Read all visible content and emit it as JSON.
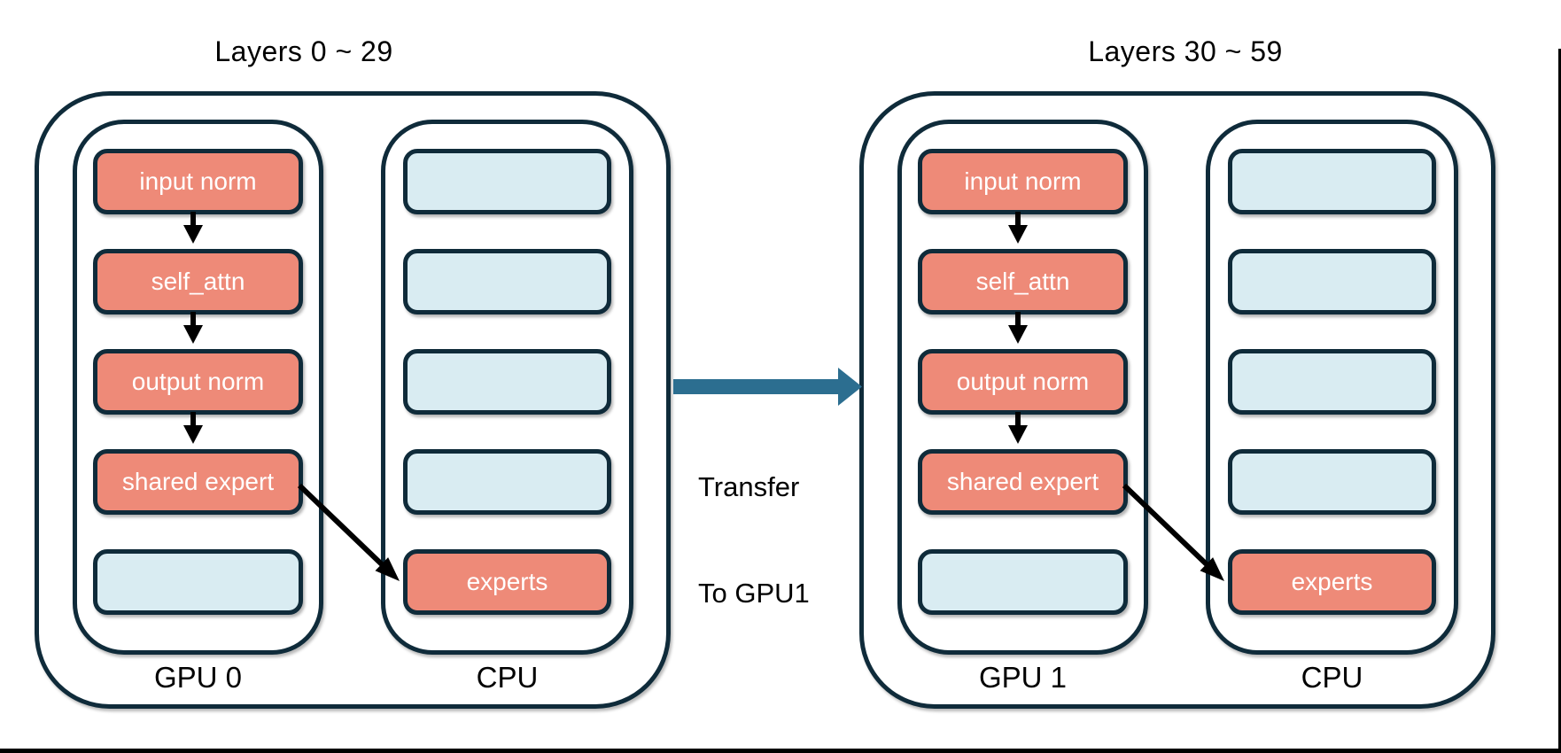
{
  "page": {
    "background": "#ffffff"
  },
  "diagram": {
    "groups": [
      {
        "title": "Layers 0 ~ 29",
        "device_left_label": "GPU 0",
        "device_right_label": "CPU",
        "gpu_boxes": [
          "input norm",
          "self_attn",
          "output norm",
          "shared expert",
          ""
        ],
        "cpu_boxes": [
          "",
          "",
          "",
          "",
          "experts"
        ]
      },
      {
        "title": "Layers 30 ~ 59",
        "device_left_label": "GPU 1",
        "device_right_label": "CPU",
        "gpu_boxes": [
          "input norm",
          "self_attn",
          "output norm",
          "shared expert",
          ""
        ],
        "cpu_boxes": [
          "",
          "",
          "",
          "",
          "experts"
        ]
      }
    ],
    "transfer": {
      "line1": "Transfer",
      "line2": "To GPU1"
    },
    "colors": {
      "module_fill": "#EE8A78",
      "placeholder_fill": "#D9ECF2",
      "outline_navy": "#0F2B3A",
      "transfer_arrow_teal": "#2C6E90",
      "flow_arrow_black": "#000000"
    }
  }
}
